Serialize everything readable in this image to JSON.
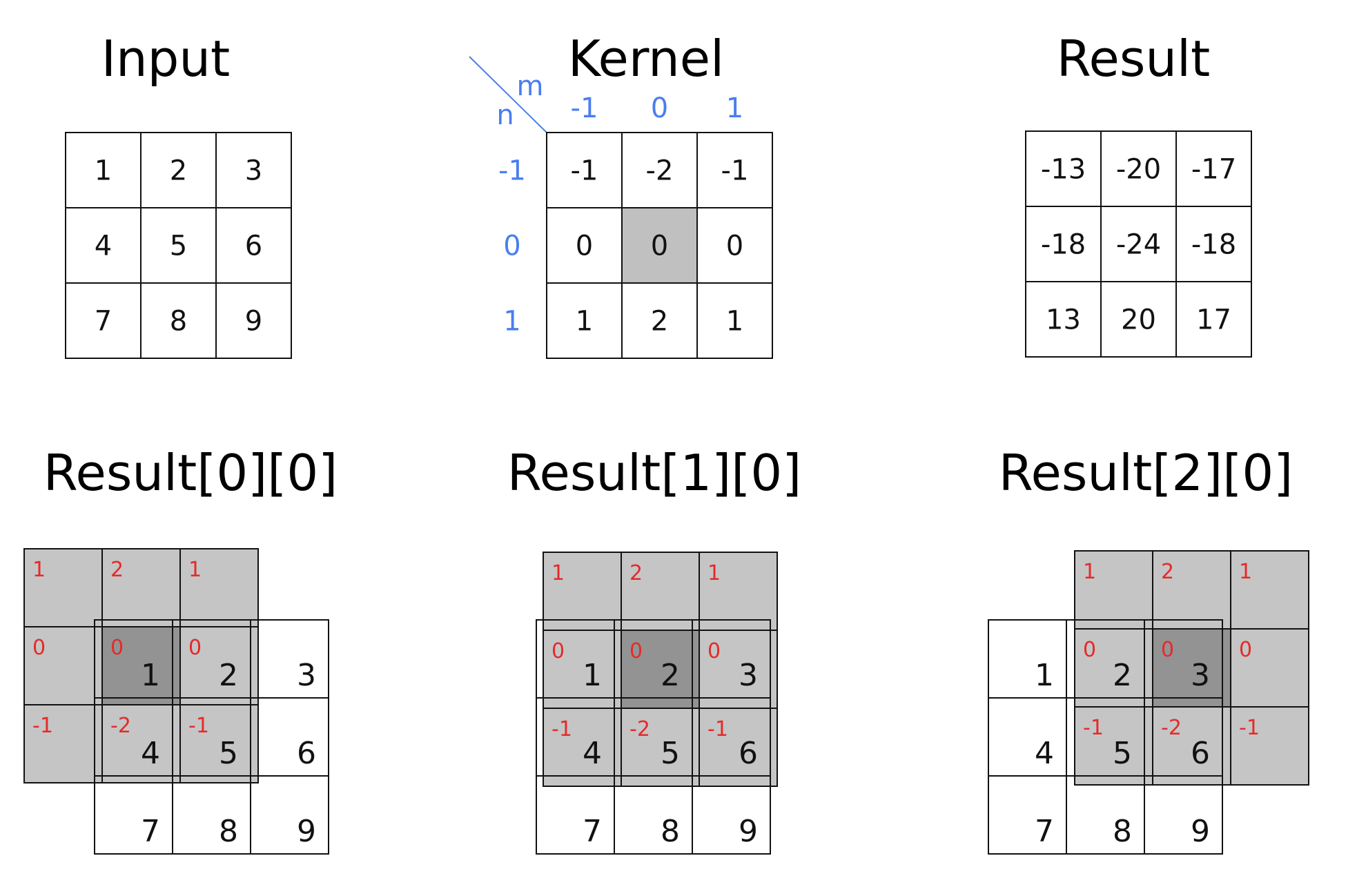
{
  "titles": {
    "input": "Input",
    "kernel": "Kernel",
    "result": "Result",
    "r00": "Result[0][0]",
    "r10": "Result[1][0]",
    "r20": "Result[2][0]"
  },
  "input": [
    [
      "1",
      "2",
      "3"
    ],
    [
      "4",
      "5",
      "6"
    ],
    [
      "7",
      "8",
      "9"
    ]
  ],
  "kernel": {
    "m_label": "m",
    "n_label": "n",
    "m_values": [
      "-1",
      "0",
      "1"
    ],
    "n_values": [
      "-1",
      "0",
      "1"
    ],
    "cells": [
      [
        "-1",
        "-2",
        "-1"
      ],
      [
        "0",
        "0",
        "0"
      ],
      [
        "1",
        "2",
        "1"
      ]
    ]
  },
  "result": [
    [
      "-13",
      "-20",
      "-17"
    ],
    [
      "-18",
      "-24",
      "-18"
    ],
    [
      "13",
      "20",
      "17"
    ]
  ],
  "flipped_kernel": [
    [
      "1",
      "2",
      "1"
    ],
    [
      "0",
      "0",
      "0"
    ],
    [
      "-1",
      "-2",
      "-1"
    ]
  ],
  "colors": {
    "axis_blue": "#4a7ef0",
    "kernel_red": "#e52a2a",
    "gray": "#c0c0c0",
    "dark_gray": "#8a8a8a"
  }
}
